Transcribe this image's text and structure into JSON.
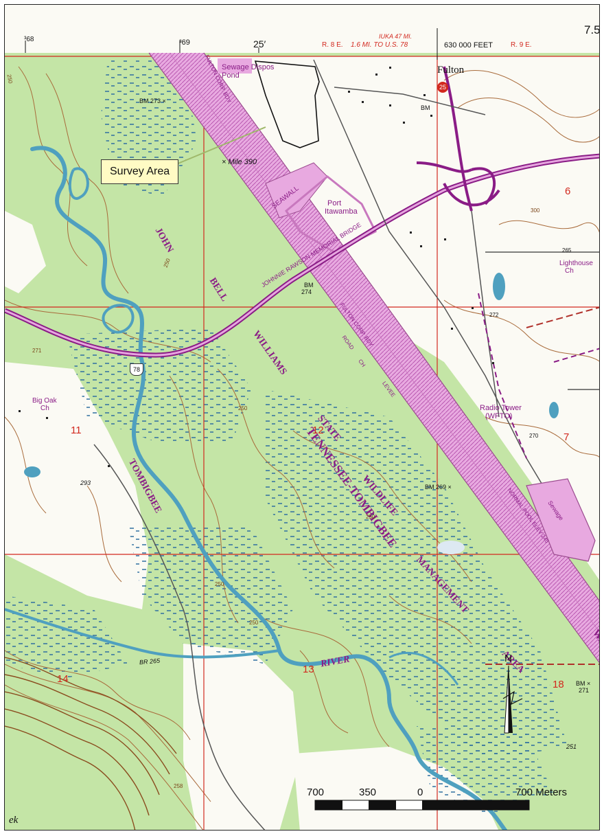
{
  "map": {
    "corner_label": "7.5",
    "top_ticks": [
      "³68",
      "³69",
      "25′"
    ],
    "range_left": "R. 8 E.",
    "road_note_line1": "IUKA 47 MI.",
    "road_note_line2": "1.6 MI. TO U.S. 78",
    "feet_label": "630 000 FEET",
    "range_right": "R. 9 E.",
    "town": "Fulton",
    "route_25": "25",
    "route_78": "78",
    "sewage_line1": "Sewage Dispos",
    "sewage_line2": "Pond",
    "bm_273": "BM 273 ×",
    "bm_top": "BM",
    "mile_390": "× Mile 390",
    "seawall": "SEAWALL",
    "port_line1": "Port",
    "port_line2": "Itawamba",
    "bridge": "JOHNNIE RAWSON MEMORIAL BRIDGE",
    "bm_274_line1": "BM",
    "bm_274_line2": "274",
    "john": "JOHN",
    "bell": "BELL",
    "williams": "WILLIAMS",
    "state": "STATE",
    "wildlife": "WILDLIFE",
    "management": "MANAGEMENT",
    "area": "AREA",
    "waterway": "TENNESSEE-TOMBIGBEE",
    "wa": "WA",
    "tombigbee": "TOMBIGBEE",
    "river": "RIVER",
    "big_oak_line1": "Big Oak",
    "big_oak_line2": "Ch",
    "radio_line1": "Radio Tower",
    "radio_line2": "(WFTO)",
    "lighthouse_line1": "Lighthouse",
    "lighthouse_line2": "Ch",
    "bm_269": "BM 269 ×",
    "br_265": "BR 265",
    "bm_right_line1": "BM ×",
    "bm_right_line2": "271",
    "sections": [
      "6",
      "7",
      "11",
      "12",
      "13",
      "14",
      "18"
    ],
    "elevations": [
      "250",
      "250",
      "250",
      "250",
      "250",
      "250",
      "258",
      "293",
      "300",
      "265",
      "272",
      "270",
      "251",
      "271"
    ],
    "road_names": [
      "FULTON CORP. BDY",
      "FULTON CORP. BDY",
      "ROAD",
      "CH",
      "LEVEE",
      "NORMAL POOL ELEV 245"
    ],
    "pond": "Sewage",
    "ek": "ek"
  },
  "callout": {
    "text": "Survey Area"
  },
  "north_arrow": {
    "label": "N"
  },
  "scale_bar": {
    "labels": [
      "700",
      "350",
      "0",
      "700 Meters"
    ]
  },
  "colors": {
    "forest": "#c4e5a6",
    "water": "#4fa0bf",
    "contour": "#a86a3a",
    "waterway_fill": "#e8a9e0",
    "road": "#8a1c86",
    "grid": "#d2281e"
  }
}
